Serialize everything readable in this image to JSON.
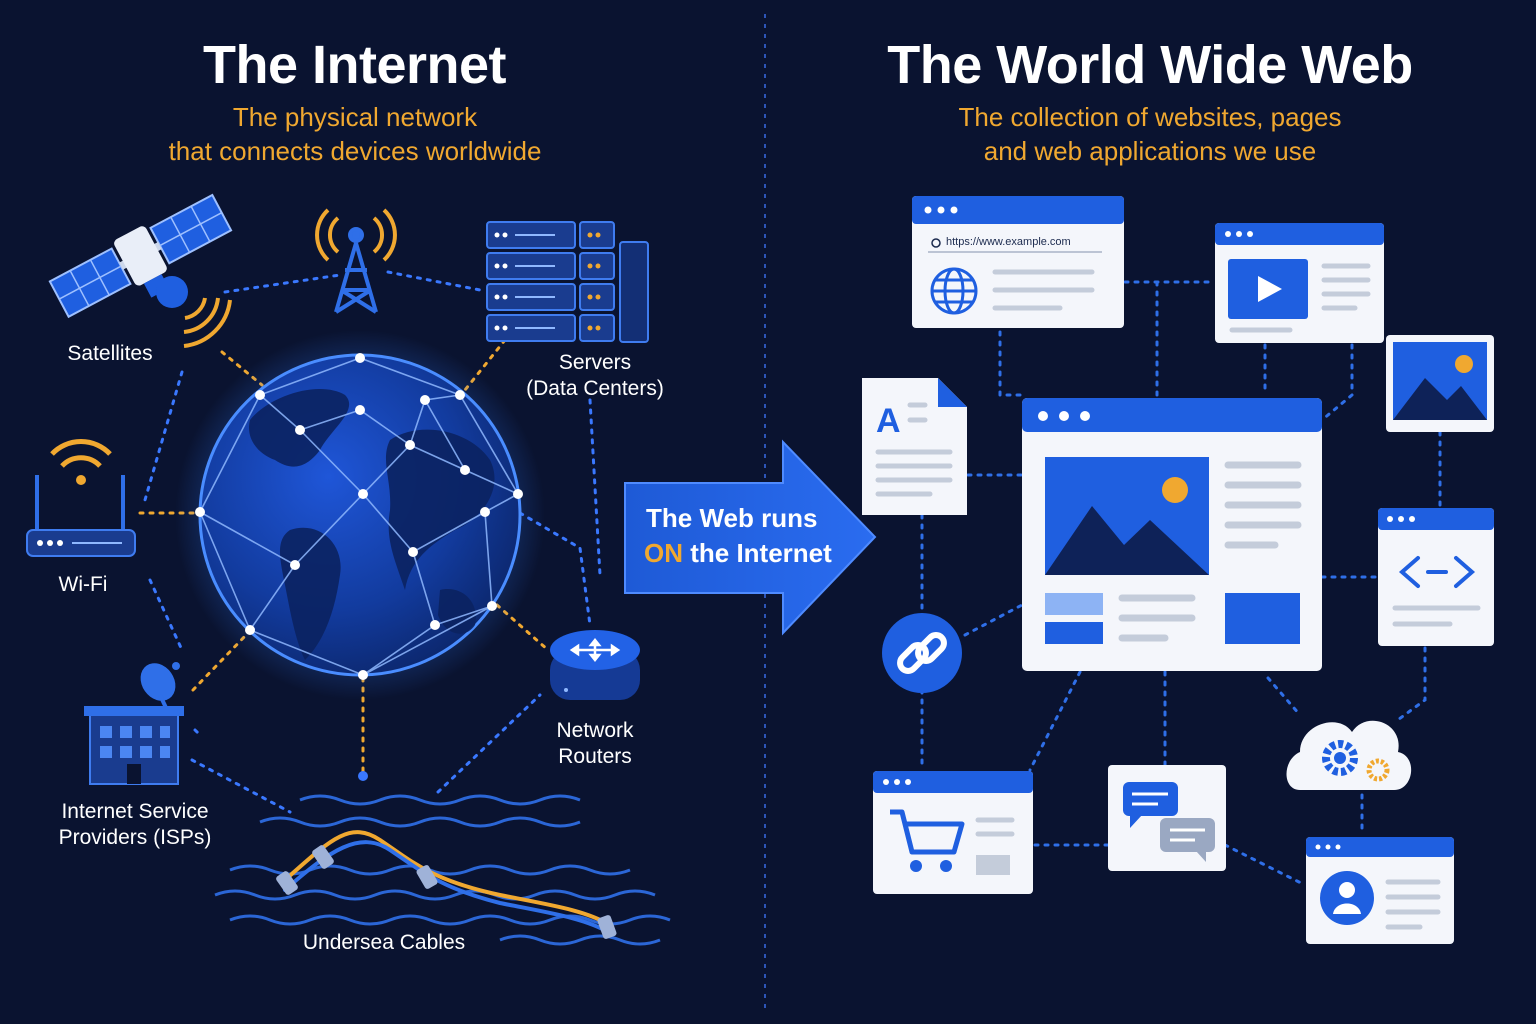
{
  "internet": {
    "title": "The Internet",
    "subtitle_line1": "The physical network",
    "subtitle_line2": "that connects devices worldwide",
    "labels": {
      "satellites": "Satellites",
      "servers_line1": "Servers",
      "servers_line2": "(Data Centers)",
      "wifi": "Wi-Fi",
      "routers_line1": "Network",
      "routers_line2": "Routers",
      "isp_line1": "Internet Service",
      "isp_line2": "Providers (ISPs)",
      "cables": "Undersea Cables"
    }
  },
  "arrow": {
    "line1": "The Web runs",
    "line2_highlight": "ON",
    "line2_rest": " the Internet"
  },
  "web": {
    "title": "The World Wide Web",
    "subtitle_line1": "The collection of websites, pages",
    "subtitle_line2": "and web applications we use",
    "browser_url": "https://www.example.com"
  },
  "colors": {
    "background": "#0a1330",
    "accent_blue": "#1f5fe0",
    "accent_orange": "#f0a830",
    "card_white": "#f4f6fb"
  }
}
